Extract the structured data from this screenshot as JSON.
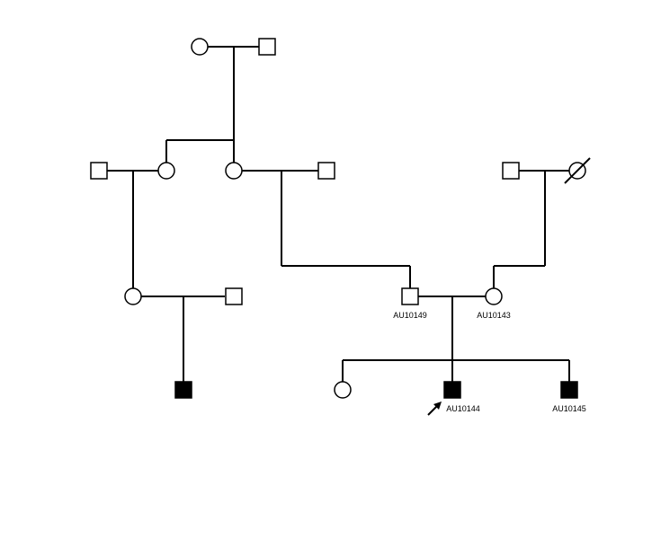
{
  "pedigree": {
    "colors": {
      "line": "#000000",
      "affected": "#000000",
      "unaffected": "#ffffff"
    },
    "individuals": [
      {
        "id": "gen1-female",
        "sex": "female",
        "affected": false,
        "deceased": false,
        "label": ""
      },
      {
        "id": "gen1-male",
        "sex": "male",
        "affected": false,
        "deceased": false,
        "label": ""
      },
      {
        "id": "gen2-spouse-male-left",
        "sex": "male",
        "affected": false,
        "deceased": false,
        "label": ""
      },
      {
        "id": "gen2-daughter-1",
        "sex": "female",
        "affected": false,
        "deceased": false,
        "label": ""
      },
      {
        "id": "gen2-daughter-2",
        "sex": "female",
        "affected": false,
        "deceased": false,
        "label": ""
      },
      {
        "id": "gen2-spouse-male-right",
        "sex": "male",
        "affected": false,
        "deceased": false,
        "label": ""
      },
      {
        "id": "gen2-maternal-grandfather",
        "sex": "male",
        "affected": false,
        "deceased": false,
        "label": ""
      },
      {
        "id": "gen2-maternal-grandmother",
        "sex": "female",
        "affected": false,
        "deceased": true,
        "label": ""
      },
      {
        "id": "gen3-female-left",
        "sex": "female",
        "affected": false,
        "deceased": false,
        "label": ""
      },
      {
        "id": "gen3-spouse-male-left",
        "sex": "male",
        "affected": false,
        "deceased": false,
        "label": ""
      },
      {
        "id": "gen3-father",
        "sex": "male",
        "affected": false,
        "deceased": false,
        "label": "AU10149"
      },
      {
        "id": "gen3-mother",
        "sex": "female",
        "affected": false,
        "deceased": false,
        "label": "AU10143"
      },
      {
        "id": "gen4-affected-male-left",
        "sex": "male",
        "affected": true,
        "deceased": false,
        "label": ""
      },
      {
        "id": "gen4-daughter",
        "sex": "female",
        "affected": false,
        "deceased": false,
        "label": ""
      },
      {
        "id": "gen4-proband",
        "sex": "male",
        "affected": true,
        "deceased": false,
        "proband": true,
        "label": "AU10144"
      },
      {
        "id": "gen4-son",
        "sex": "male",
        "affected": true,
        "deceased": false,
        "label": "AU10145"
      }
    ]
  }
}
